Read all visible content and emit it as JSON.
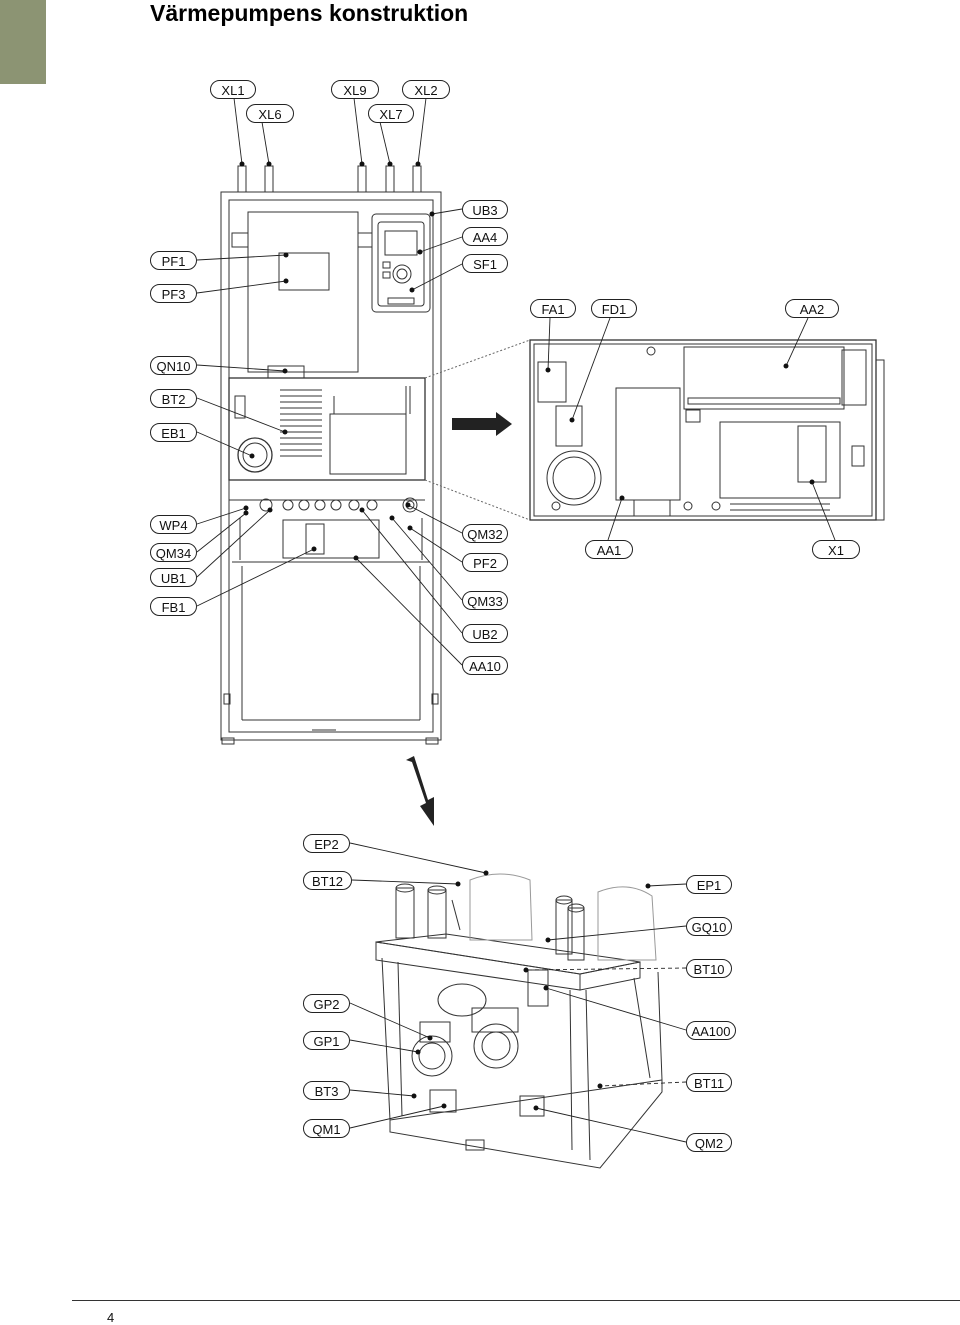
{
  "page": {
    "title": "Värmepumpens konstruktion",
    "page_number": "4"
  },
  "labels": {
    "XL1": "XL1",
    "XL6": "XL6",
    "XL9": "XL9",
    "XL7": "XL7",
    "XL2": "XL2",
    "UB3": "UB3",
    "AA4": "AA4",
    "SF1": "SF1",
    "PF1": "PF1",
    "PF3": "PF3",
    "FA1": "FA1",
    "FD1": "FD1",
    "AA2": "AA2",
    "QN10": "QN10",
    "BT2": "BT2",
    "EB1": "EB1",
    "WP4": "WP4",
    "QM34": "QM34",
    "UB1": "UB1",
    "FB1": "FB1",
    "QM32": "QM32",
    "PF2": "PF2",
    "QM33": "QM33",
    "UB2": "UB2",
    "AA10": "AA10",
    "AA1": "AA1",
    "X1": "X1",
    "EP2": "EP2",
    "BT12": "BT12",
    "GP2": "GP2",
    "GP1": "GP1",
    "BT3": "BT3",
    "QM1": "QM1",
    "EP1": "EP1",
    "GQ10": "GQ10",
    "BT10": "BT10",
    "AA100": "AA100",
    "BT11": "BT11",
    "QM2": "QM2"
  }
}
